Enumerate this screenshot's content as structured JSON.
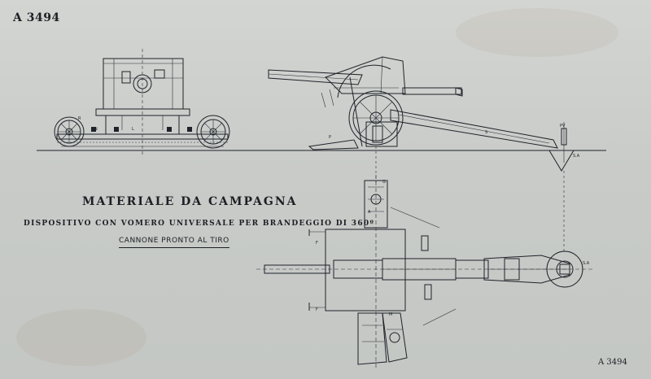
{
  "sheet": {
    "reference_top": "A 3494",
    "reference_bottom": "A 3494"
  },
  "title": {
    "main": "MATERIALE DA CAMPAGNA",
    "subtitle": "DISPOSITIVO CON VOMERO UNIVERSALE PER BRANDEGGIO DI 360º",
    "caption": "CANNONE PRONTO AL TIRO"
  },
  "part_letters": {
    "front_r": "R",
    "front_l": "L",
    "front_n": "N",
    "side_p": "P",
    "side_s": "S",
    "side_pv": "PV",
    "side_sa": "S.A",
    "plan_sa": "S.A",
    "plan_f1": "F",
    "plan_f2": "F",
    "plan_g": "G",
    "plan_a": "A",
    "plan_m": "M"
  },
  "colors": {
    "paper": "#cdd0cd",
    "ink": "#1f2329"
  }
}
